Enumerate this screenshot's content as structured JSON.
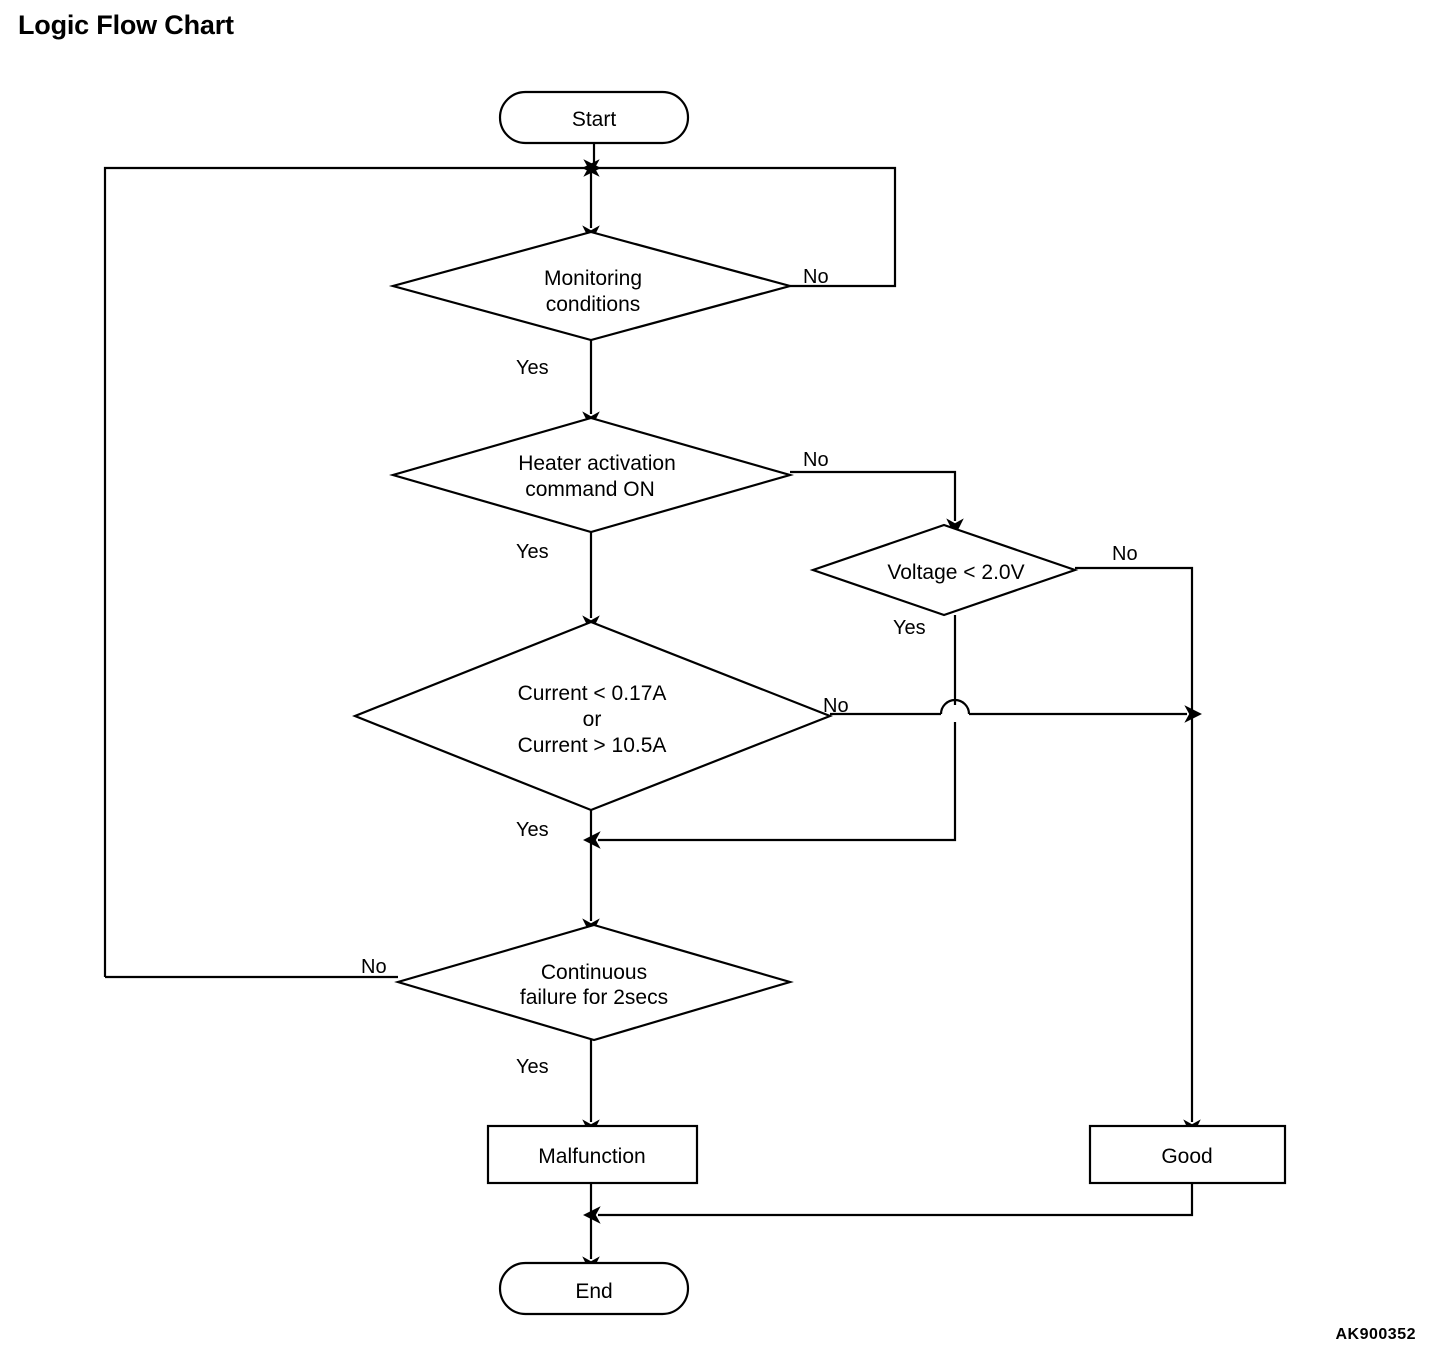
{
  "page": {
    "title": "Logic Flow Chart",
    "diagram_code": "AK900352"
  },
  "colors": {
    "stroke": "#000000",
    "fill": "#ffffff",
    "text": "#000000",
    "background": "#ffffff"
  },
  "flowchart": {
    "type": "flowchart",
    "nodes": {
      "start": {
        "label": "Start",
        "shape": "terminator"
      },
      "monitoring": {
        "label_line1": "Monitoring",
        "label_line2": "conditions",
        "shape": "decision"
      },
      "heater": {
        "label_line1": "Heater activation",
        "label_line2": "command ON",
        "shape": "decision"
      },
      "voltage": {
        "label": "Voltage < 2.0V",
        "shape": "decision"
      },
      "current": {
        "label_line1": "Current < 0.17A",
        "label_line2": "or",
        "label_line3": "Current > 10.5A",
        "shape": "decision"
      },
      "continuous": {
        "label_line1": "Continuous",
        "label_line2": "failure for 2secs",
        "shape": "decision"
      },
      "malfunction": {
        "label": "Malfunction",
        "shape": "process"
      },
      "good": {
        "label": "Good",
        "shape": "process"
      },
      "end": {
        "label": "End",
        "shape": "terminator"
      }
    },
    "edge_labels": {
      "monitoring_no": "No",
      "monitoring_yes": "Yes",
      "heater_no": "No",
      "heater_yes": "Yes",
      "voltage_no": "No",
      "voltage_yes": "Yes",
      "current_no": "No",
      "current_yes": "Yes",
      "continuous_no": "No",
      "continuous_yes": "Yes"
    },
    "edges": [
      {
        "from": "start",
        "to": "monitoring",
        "label": ""
      },
      {
        "from": "monitoring",
        "to": "monitoring",
        "label": "No",
        "note": "loops back to junction above monitoring"
      },
      {
        "from": "monitoring",
        "to": "heater",
        "label": "Yes"
      },
      {
        "from": "heater",
        "to": "voltage",
        "label": "No"
      },
      {
        "from": "heater",
        "to": "current",
        "label": "Yes"
      },
      {
        "from": "voltage",
        "to": "good",
        "label": "No"
      },
      {
        "from": "voltage",
        "to": "continuous",
        "label": "Yes"
      },
      {
        "from": "current",
        "to": "good",
        "label": "No"
      },
      {
        "from": "current",
        "to": "continuous",
        "label": "Yes"
      },
      {
        "from": "continuous",
        "to": "monitoring",
        "label": "No",
        "note": "loops back to junction above monitoring"
      },
      {
        "from": "continuous",
        "to": "malfunction",
        "label": "Yes"
      },
      {
        "from": "malfunction",
        "to": "end",
        "label": ""
      },
      {
        "from": "good",
        "to": "end",
        "label": ""
      }
    ]
  }
}
